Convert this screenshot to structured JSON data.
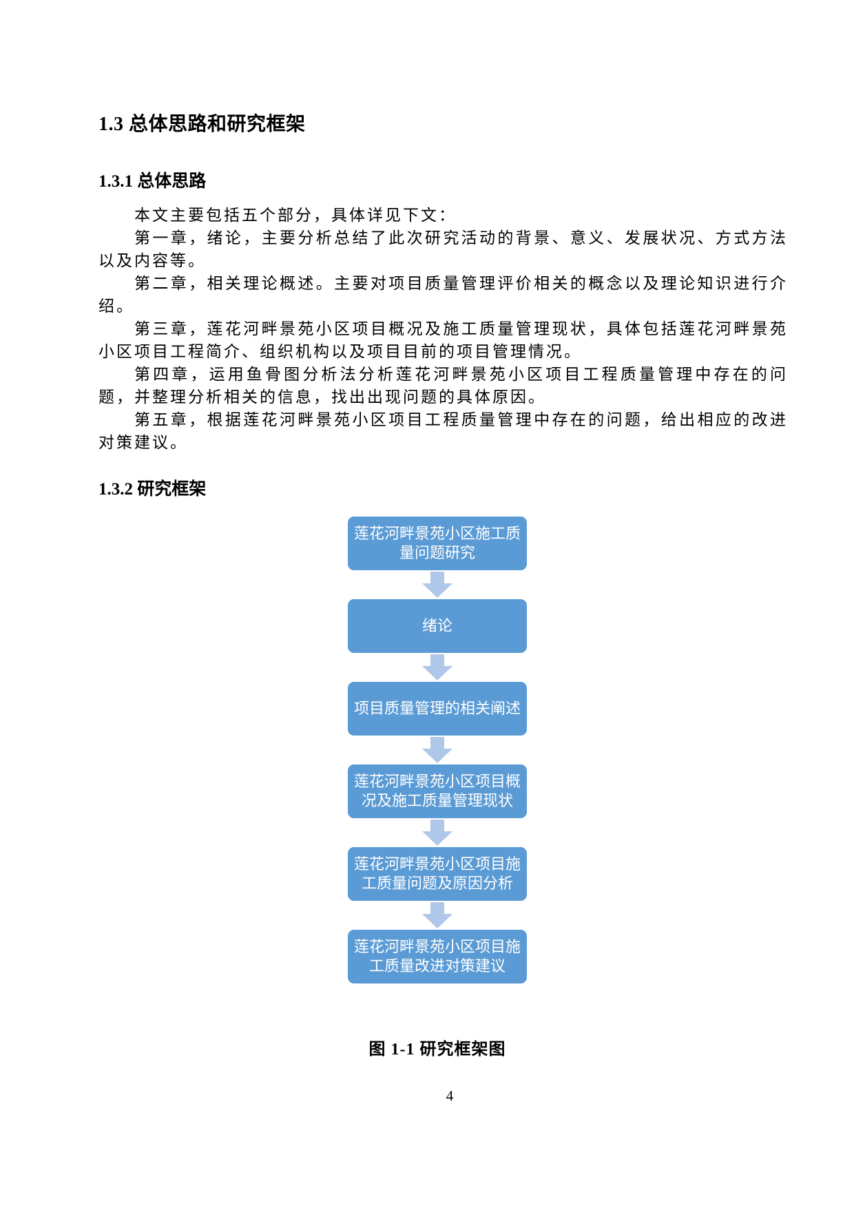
{
  "headings": {
    "section": "1.3  总体思路和研究框架",
    "sub_1": "1.3.1 总体思路",
    "sub_2": "1.3.2 研究框架"
  },
  "body": {
    "paragraphs": [
      "本文主要包括五个部分，具体详见下文：",
      "第一章，绪论，主要分析总结了此次研究活动的背景、意义、发展状况、方式方法以及内容等。",
      "第二章，相关理论概述。主要对项目质量管理评价相关的概念以及理论知识进行介绍。",
      "第三章，莲花河畔景苑小区项目概况及施工质量管理现状，具体包括莲花河畔景苑小区项目工程简介、组织机构以及项目目前的项目管理情况。",
      "第四章，运用鱼骨图分析法分析莲花河畔景苑小区项目工程质量管理中存在的问题，并整理分析相关的信息，找出出现问题的具体原因。",
      "第五章，根据莲花河畔景苑小区项目工程质量管理中存在的问题，给出相应的改进对策建议。"
    ]
  },
  "figure": {
    "caption": "图 1-1 研究框架图",
    "flowchart": {
      "type": "vertical-flow",
      "node_fill_color": "#5B9BD5",
      "node_text_color": "#FFFFFF",
      "arrow_color": "#AFC7E8",
      "nodes": [
        "莲花河畔景苑小区施工质量问题研究",
        "绪论",
        "项目质量管理的相关阐述",
        "莲花河畔景苑小区项目概况及施工质量管理现状",
        "莲花河畔景苑小区项目施工质量问题及原因分析",
        "莲花河畔景苑小区项目施工质量改进对策建议"
      ]
    }
  },
  "page_number": "4"
}
